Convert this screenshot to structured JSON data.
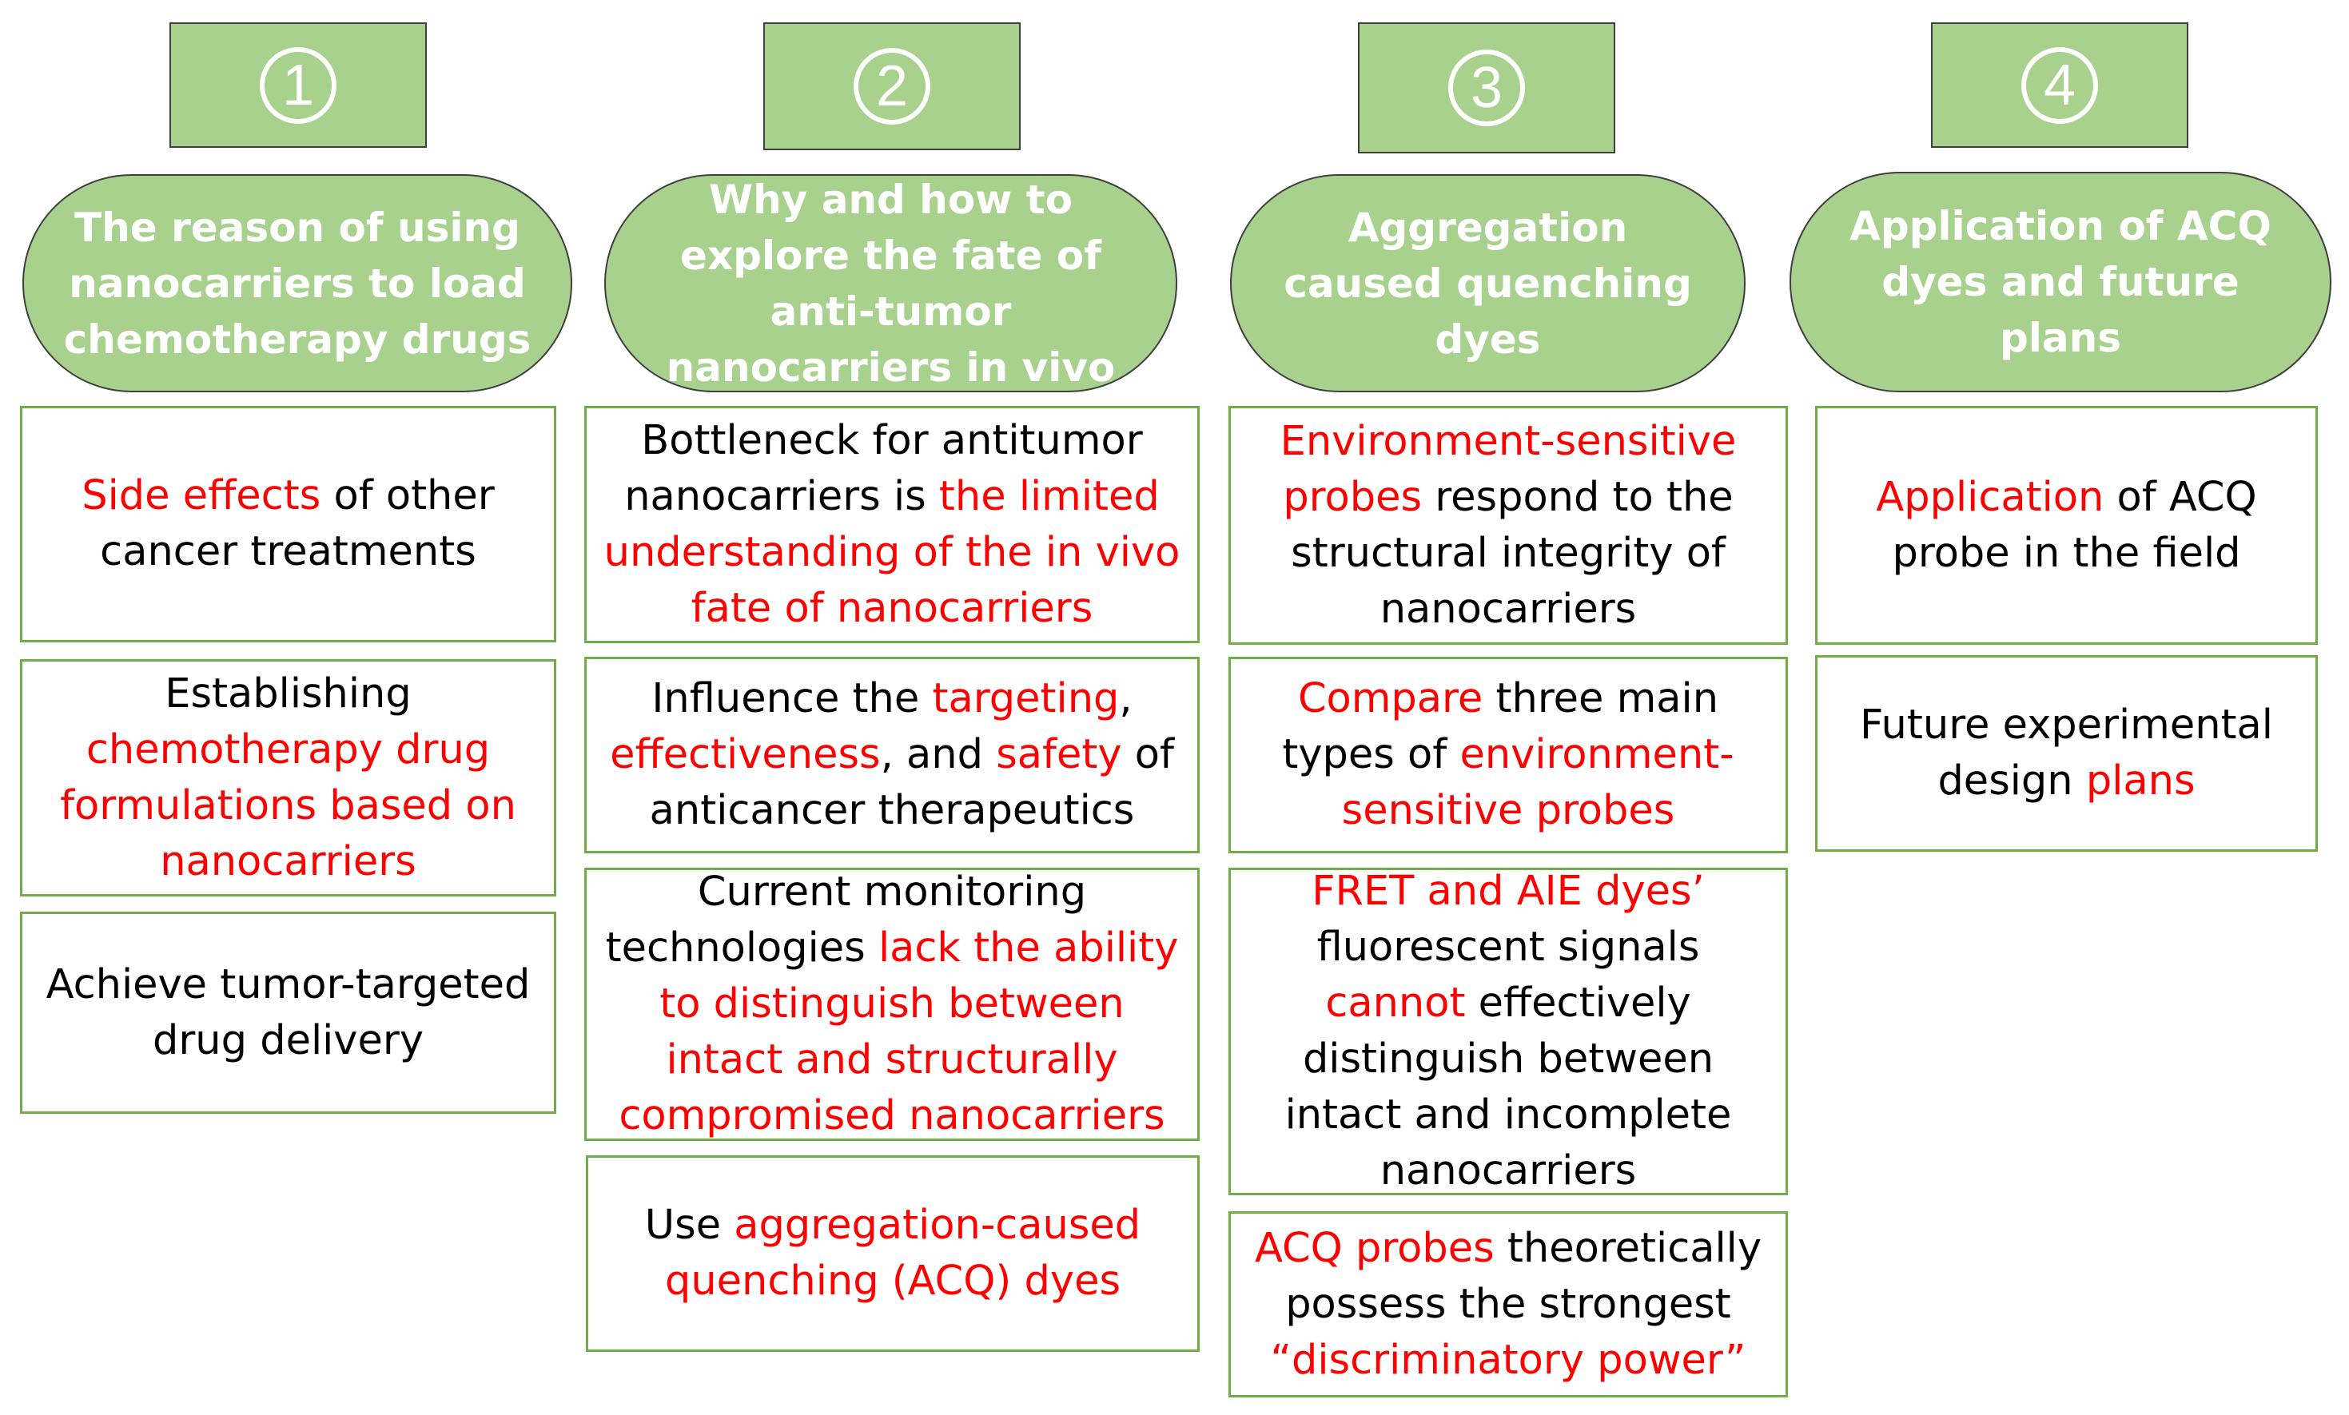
{
  "colors": {
    "header_fill": "#a9d18e",
    "card_border": "#70ad47",
    "highlight": "#ff0000"
  },
  "columns": [
    {
      "number": "1",
      "header": [
        "The reason of using",
        "nanocarriers to load",
        "chemotherapy drugs"
      ],
      "cards": [
        {
          "segments": [
            {
              "t": "Side effects",
              "r": true
            },
            {
              "t": " of other cancer treatments",
              "r": false
            }
          ]
        },
        {
          "segments": [
            {
              "t": "Establishing ",
              "r": false
            },
            {
              "t": "chemotherapy drug formulations based on nanocarriers",
              "r": true
            }
          ]
        },
        {
          "segments": [
            {
              "t": "Achieve tumor-targeted drug delivery",
              "r": false
            }
          ]
        }
      ]
    },
    {
      "number": "2",
      "header": [
        "Why and how to",
        "explore the fate of",
        "anti-tumor",
        "nanocarriers in vivo"
      ],
      "cards": [
        {
          "segments": [
            {
              "t": "Bottleneck for antitumor nanocarriers is ",
              "r": false
            },
            {
              "t": "the limited understanding of the in vivo fate of nanocarriers",
              "r": true
            }
          ]
        },
        {
          "segments": [
            {
              "t": "Influence the ",
              "r": false
            },
            {
              "t": "targeting",
              "r": true
            },
            {
              "t": ", ",
              "r": false
            },
            {
              "t": "effectiveness",
              "r": true
            },
            {
              "t": ", and ",
              "r": false
            },
            {
              "t": "safety",
              "r": true
            },
            {
              "t": " of anticancer therapeutics",
              "r": false
            }
          ]
        },
        {
          "segments": [
            {
              "t": "Current monitoring technologies ",
              "r": false
            },
            {
              "t": "lack the ability to distinguish between intact and structurally compromised nanocarriers",
              "r": true
            }
          ]
        },
        {
          "segments": [
            {
              "t": "Use ",
              "r": false
            },
            {
              "t": "aggregation-caused quenching (ACQ) dyes",
              "r": true
            }
          ]
        }
      ]
    },
    {
      "number": "3",
      "header": [
        "Aggregation",
        "caused quenching",
        "dyes"
      ],
      "cards": [
        {
          "segments": [
            {
              "t": "Environment-sensitive probes",
              "r": true
            },
            {
              "t": " respond to the structural integrity of nanocarriers",
              "r": false
            }
          ]
        },
        {
          "segments": [
            {
              "t": "Compare",
              "r": true
            },
            {
              "t": " three main types of ",
              "r": false
            },
            {
              "t": "environment-sensitive probes",
              "r": true
            }
          ]
        },
        {
          "segments": [
            {
              "t": "FRET and AIE dyes’",
              "r": true
            },
            {
              "t": " fluorescent signals ",
              "r": false
            },
            {
              "t": "cannot",
              "r": true
            },
            {
              "t": " effectively distinguish between intact and incomplete nanocarriers",
              "r": false
            }
          ]
        },
        {
          "segments": [
            {
              "t": "ACQ probes",
              "r": true
            },
            {
              "t": " theoretically possess the strongest ",
              "r": false
            },
            {
              "t": "“discriminatory power”",
              "r": true
            }
          ]
        }
      ]
    },
    {
      "number": "4",
      "header": [
        "Application of ACQ",
        "dyes and future",
        "plans"
      ],
      "cards": [
        {
          "segments": [
            {
              "t": "Application",
              "r": true
            },
            {
              "t": " of ACQ probe in the field",
              "r": false
            }
          ]
        },
        {
          "segments": [
            {
              "t": "Future experimental design ",
              "r": false
            },
            {
              "t": "plans",
              "r": true
            }
          ]
        }
      ]
    }
  ]
}
